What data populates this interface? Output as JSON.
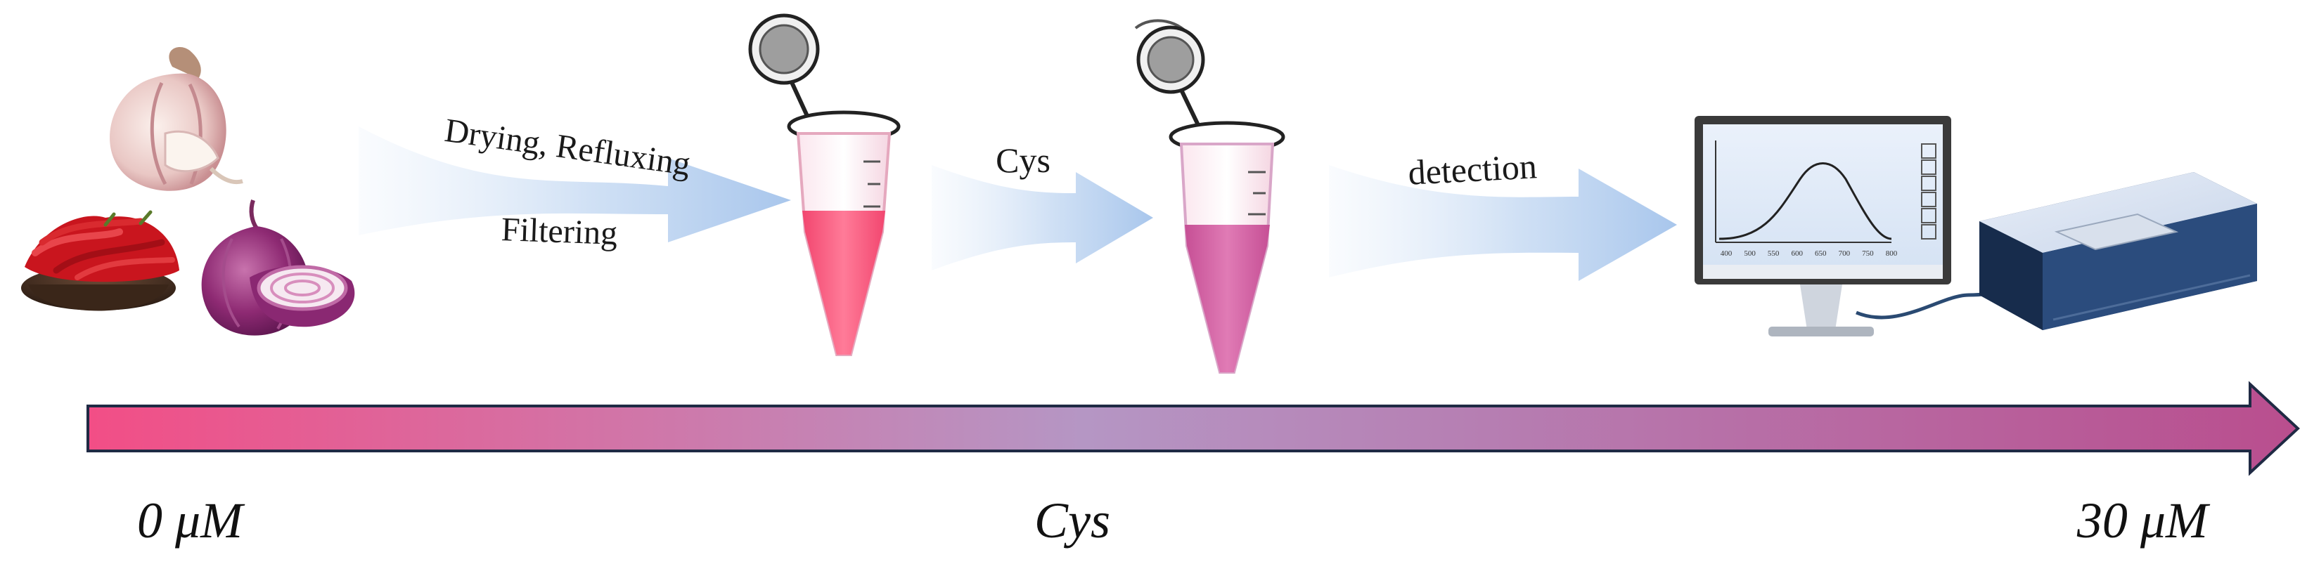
{
  "steps": {
    "extraction": {
      "line1": "Drying, Refluxing",
      "line2": "Filtering"
    },
    "addition": {
      "label": "Cys"
    },
    "detection": {
      "label": "detection"
    }
  },
  "gradient_bar": {
    "start_label": "0 μM",
    "middle_label": "Cys",
    "end_label": "30 μM",
    "start_color": "#f24e86",
    "middle_color": "#b596c4",
    "end_color": "#b94e8e"
  },
  "tubes": {
    "first_liquid_color": "#f2466f",
    "second_liquid_color": "#c64f95"
  },
  "spectrum": {
    "tick_labels": [
      "400",
      "500",
      "550",
      "600",
      "650",
      "700",
      "750",
      "800"
    ]
  },
  "icons": [
    "garlic-icon",
    "chili-peppers-icon",
    "red-onion-icon",
    "microcentrifuge-tube-icon",
    "computer-monitor-icon",
    "spectrophotometer-icon"
  ]
}
